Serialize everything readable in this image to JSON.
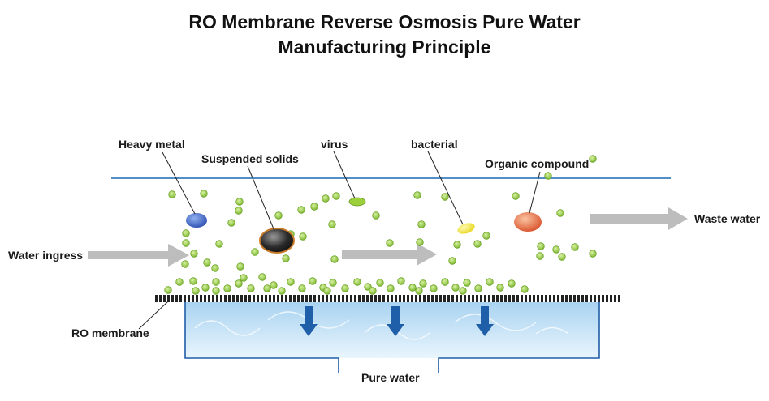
{
  "title": {
    "line1": "RO Membrane Reverse Osmosis Pure Water",
    "line2": "Manufacturing Principle"
  },
  "labels": {
    "heavy_metal": "Heavy metal",
    "suspended_solids": "Suspended solids",
    "virus": "virus",
    "bacterial": "bacterial",
    "organic_compound": "Organic compound",
    "waste_water": "Waste water",
    "water_ingress": "Water ingress",
    "ro_membrane": "RO membrane",
    "pure_water": "Pure water"
  },
  "colors": {
    "water_line": "#3a7fc1",
    "molecule": "#8cc53f",
    "flow_arrow": "#b8b8b8",
    "down_arrow": "#1f5ea8",
    "pure_water_fill": "#cfe7f7",
    "heavy_metal": "#2c4fb0",
    "suspended_solids": "#2a2a2a",
    "virus": "#9ccf3c",
    "bacterial": "#f2e52a",
    "organic_compound": "#d8512a"
  }
}
